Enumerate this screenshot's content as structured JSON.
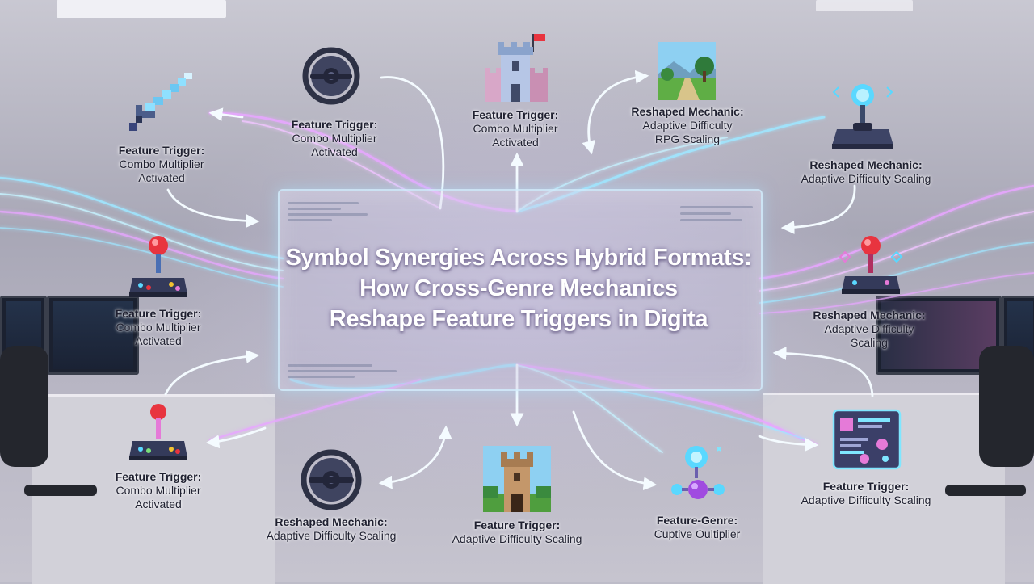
{
  "title": {
    "line1": "Symbol Synergies Across Hybrid Formats:",
    "line2": "How Cross-Genre Mechanics",
    "line3": "Reshape Feature Triggers in Digita"
  },
  "nodes": {
    "sword": {
      "head": "Feature Trigger:",
      "l1": "Combo Multiplier",
      "l2": "Activated"
    },
    "wheel_top": {
      "head": "Feature Trigger:",
      "l1": "Combo Multiplier",
      "l2": "Activated"
    },
    "castle_top": {
      "head": "Feature Trigger:",
      "l1": "Combo Multiplier",
      "l2": "Activated"
    },
    "landscape": {
      "head": "Reshaped Mechanic:",
      "l1": "Adaptive Difficulty",
      "l2": "RPG Scaling"
    },
    "joy_cyan_top": {
      "head": "Reshaped Mechanic:",
      "l1": "Adaptive Difficulty Scaling"
    },
    "joy_left_mid": {
      "head": "Feature Trigger:",
      "l1": "Combo Multiplier",
      "l2": "Activated"
    },
    "joy_right_mid": {
      "head": "Reshaped Mechanic:",
      "l1": "Adaptive Difficulty",
      "l2": "Scaling"
    },
    "joy_left_bot": {
      "head": "Feature Trigger:",
      "l1": "Combo Multiplier",
      "l2": "Activated"
    },
    "wheel_bot": {
      "head": "Reshaped Mechanic:",
      "l1": "Adaptive Difficulty Scaling"
    },
    "castle_bot": {
      "head": "Feature Trigger:",
      "l1": "Adaptive Difficulty Scaling"
    },
    "orbs": {
      "head": "Feature-Genre:",
      "l1": "Cuptive Oultiplier"
    },
    "screen_card": {
      "head": "Feature Trigger:",
      "l1": "Adaptive Difficulty Scaling"
    }
  },
  "icons": {
    "sword": "pixel-sword-icon",
    "wheel": "steering-wheel-icon",
    "castle": "pixel-castle-icon",
    "landscape": "pixel-landscape-icon",
    "joystick": "arcade-joystick-icon",
    "orbs": "pixel-orbs-icon",
    "card": "ui-card-icon"
  },
  "colors": {
    "cyan_flow": "#9fe6ff",
    "pink_flow": "#e7a6ff",
    "arrow_white": "#f4fbff",
    "joystick_red": "#e8343f",
    "joystick_cyan": "#5ad8ff"
  }
}
